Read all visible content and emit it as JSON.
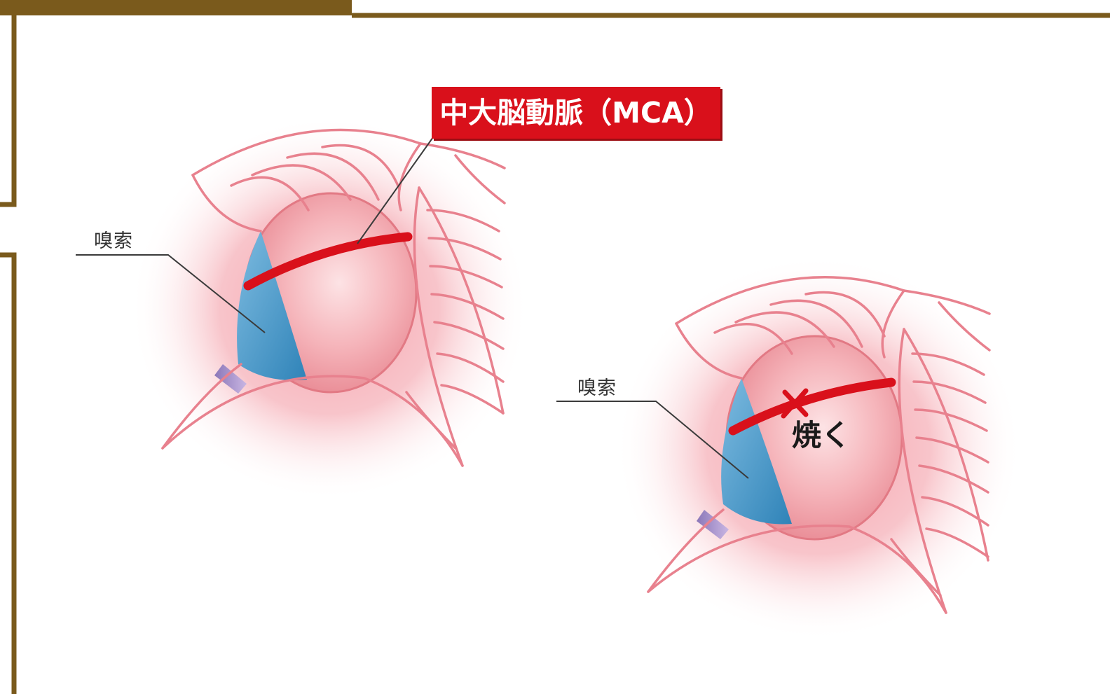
{
  "colors": {
    "frame": "#7a5a1c",
    "membrane": "#e8818e",
    "glow": "#f6a8b0",
    "aneurysm": "#f19aa3",
    "artery": "#d9101b",
    "nerve": "#4a9ac9",
    "label_bg": "#d9101b"
  },
  "icons": {
    "cut_mark": "red-x-cross"
  },
  "labels": {
    "mca": "中大脳動脈（MCA）",
    "olfactory_left": "嗅索",
    "olfactory_right": "嗅索",
    "burn": "焼く"
  }
}
